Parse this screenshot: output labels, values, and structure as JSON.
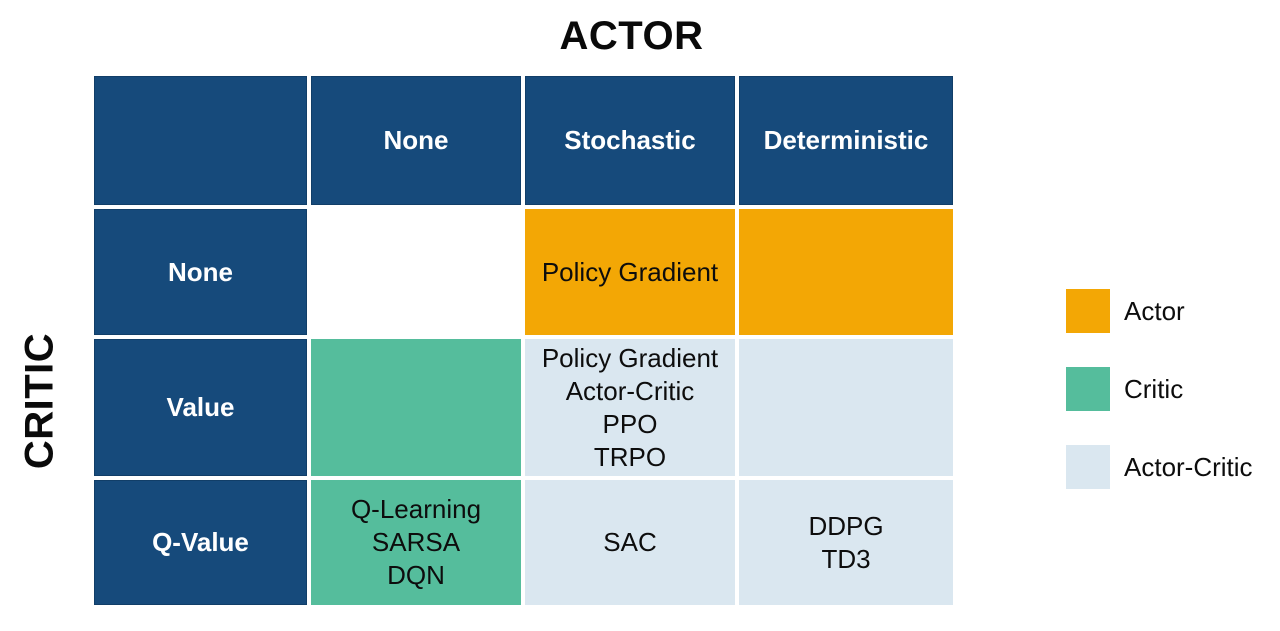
{
  "axes": {
    "actor": "ACTOR",
    "critic": "CRITIC"
  },
  "table": {
    "corner": "",
    "col_headers": [
      "None",
      "Stochastic",
      "Deterministic"
    ],
    "rows": [
      {
        "header": "None",
        "cells": [
          "",
          "Policy Gradient",
          ""
        ]
      },
      {
        "header": "Value",
        "cells": [
          "",
          "Policy Gradient\nActor-Critic\nPPO\nTRPO",
          ""
        ]
      },
      {
        "header": "Q-Value",
        "cells": [
          "Q-Learning\nSARSA\nDQN",
          "SAC",
          "DDPG\nTD3"
        ]
      }
    ]
  },
  "legend": {
    "items": [
      {
        "label": "Actor",
        "color": "#F3A705"
      },
      {
        "label": "Critic",
        "color": "#55BD9C"
      },
      {
        "label": "Actor-Critic",
        "color": "#DAE7F0"
      }
    ]
  },
  "colors": {
    "header": "#164A7B",
    "actor": "#F3A705",
    "critic": "#55BD9C",
    "actor_critic": "#DAE7F0",
    "empty": "#FFFFFF",
    "title_text": "#0A0A0A",
    "header_text": "#FFFFFF",
    "cell_text": "#0D0D0D"
  }
}
